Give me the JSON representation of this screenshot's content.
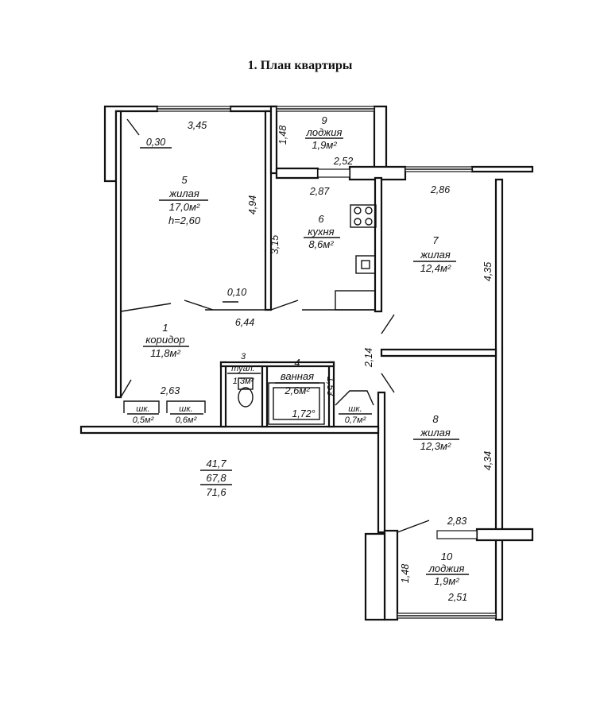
{
  "title": "1. План квартиры",
  "rooms": {
    "r5": {
      "num": "5",
      "name": "жилая",
      "area": "17,0м²",
      "height": "h=2,60"
    },
    "r6": {
      "num": "6",
      "name": "кухня",
      "area": "8,6м²"
    },
    "r7": {
      "num": "7",
      "name": "жилая",
      "area": "12,4м²"
    },
    "r8": {
      "num": "8",
      "name": "жилая",
      "area": "12,3м²"
    },
    "r9": {
      "num": "9",
      "name": "лоджия",
      "area": "1,9м²"
    },
    "r10": {
      "num": "10",
      "name": "лоджия",
      "area": "1,9м²"
    },
    "r1": {
      "num": "1",
      "name": "коридор",
      "area": "11,8м²"
    },
    "r3": {
      "num": "3",
      "name": "туал.",
      "area": "1,3м²"
    },
    "r4": {
      "num": "4",
      "name": "ванная",
      "area": "2,6м²"
    },
    "sk1": {
      "name": "шк.",
      "area": "0,5м²"
    },
    "sk2": {
      "name": "шк.",
      "area": "0,6м²"
    },
    "sk3": {
      "name": "шк.",
      "area": "0,7м²"
    }
  },
  "dimensions": {
    "d345": "3,45",
    "d030": "0,30",
    "d148a": "1,48",
    "d252": "2,52",
    "d287": "2,87",
    "d286": "2,86",
    "d494": "4,94",
    "d315": "3,15",
    "d435": "4,35",
    "d010": "0,10",
    "d644": "6,44",
    "d214": "2,14",
    "d263": "2,63",
    "d153": "1,53",
    "d172": "1,72°",
    "d434": "4,34",
    "d283": "2,83",
    "d148b": "1,48",
    "d251": "2,51"
  },
  "totals": {
    "living": "41,7",
    "total": "67,8",
    "total_with_loggias": "71,6"
  }
}
